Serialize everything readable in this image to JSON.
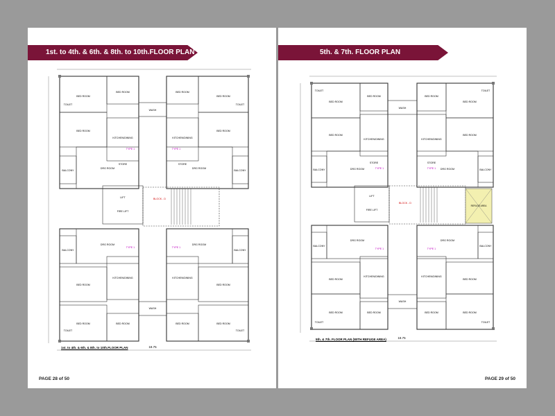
{
  "left_page": {
    "banner": "1st. to 4th. & 6th. & 8th. to 10th.FLOOR PLAN",
    "caption": "1st. to 4th. & 6th. & 8th. to 10th.FLOOR PLAN",
    "page_number": "PAGE 28 of 50",
    "dimension": "18.75",
    "block_label": "BLOCK - D",
    "rooms": {
      "bed_room": "BED ROOM",
      "toilet": "TOILET",
      "kitchen_dining": "KITCHEN/DINING",
      "wash": "WASH",
      "drg_room": "DRG ROOM",
      "balcony": "BALCONY",
      "store": "STORE",
      "lift": "LIFT",
      "fire_lift": "FIRE LIFT",
      "type": "TYPE 1"
    }
  },
  "right_page": {
    "banner": "5th. & 7th. FLOOR PLAN",
    "caption": "5th. & 7th. FLOOR PLAN (WITH REFUGE AREA)",
    "page_number": "PAGE 29 of 50",
    "dimension": "18.75",
    "block_label": "BLOCK - D",
    "refuge_label": "REFUGE AREA",
    "rooms": {
      "bed_room": "BED ROOM",
      "toilet": "TOILET",
      "kitchen_dining": "KITCHEN/DINING",
      "wash": "WASH",
      "drg_room": "DRG ROOM",
      "balcony": "BALCONY",
      "store": "STORE",
      "lift": "LIFT",
      "fire_lift": "FIRE LIFT",
      "type": "TYPE 1"
    }
  },
  "colors": {
    "banner": "#7a1438",
    "background": "#9a9a9a",
    "refuge": "#f3f0b0",
    "accent_text": "#d10000"
  }
}
